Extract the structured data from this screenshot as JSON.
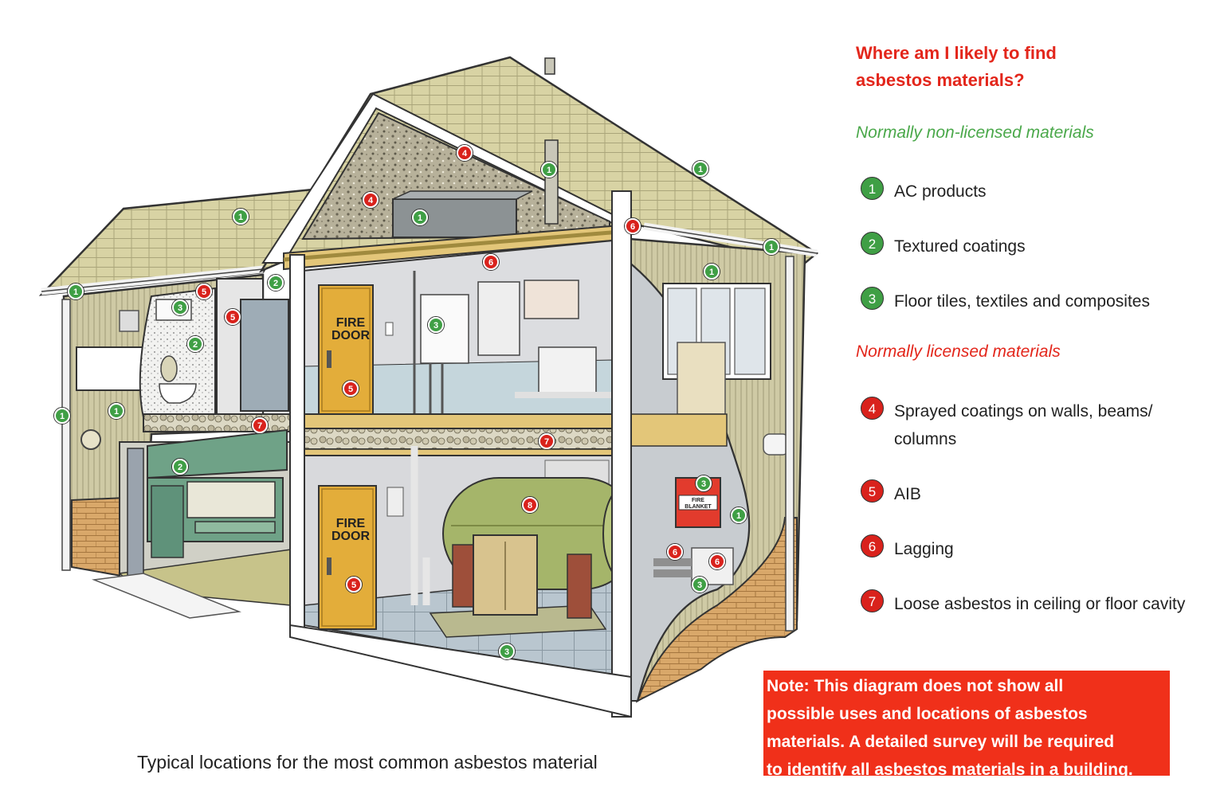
{
  "legend": {
    "title_line1": "Where am I likely to find",
    "title_line2": "asbestos materials?",
    "non_licensed_label": "Normally non-licensed materials",
    "licensed_label": "Normally licensed materials",
    "items": [
      {
        "number": "1",
        "label": "AC products"
      },
      {
        "number": "2",
        "label": "Textured coatings"
      },
      {
        "number": "3",
        "label": "Floor tiles, textiles and composites"
      },
      {
        "number": "4",
        "label": "Sprayed coatings on walls, beams/ columns"
      },
      {
        "number": "5",
        "label": "AIB"
      },
      {
        "number": "6",
        "label": "Lagging"
      },
      {
        "number": "7",
        "label": "Loose asbestos in ceiling or floor cavity"
      }
    ]
  },
  "note": {
    "line1": "Note: This diagram does not show all",
    "line2": "possible uses and locations of asbestos",
    "line3": "materials. A detailed survey will be required",
    "line4": "to identify all asbestos materials in a building."
  },
  "caption": "Typical locations for the most common asbestos material",
  "illustration": {
    "door_upper_line1": "FIRE",
    "door_upper_line2": "DOOR",
    "door_lower_line1": "FIRE",
    "door_lower_line2": "DOOR",
    "blanket_line1": "FIRE",
    "blanket_line2": "BLANKET",
    "markers": [
      {
        "number": "1"
      },
      {
        "number": "1"
      },
      {
        "number": "1"
      },
      {
        "number": "1"
      },
      {
        "number": "1"
      },
      {
        "number": "1"
      },
      {
        "number": "1"
      },
      {
        "number": "1"
      },
      {
        "number": "1"
      },
      {
        "number": "1"
      },
      {
        "number": "2"
      },
      {
        "number": "2"
      },
      {
        "number": "2"
      },
      {
        "number": "3"
      },
      {
        "number": "3"
      },
      {
        "number": "3"
      },
      {
        "number": "3"
      },
      {
        "number": "3"
      },
      {
        "number": "4"
      },
      {
        "number": "4"
      },
      {
        "number": "5"
      },
      {
        "number": "5"
      },
      {
        "number": "5"
      },
      {
        "number": "5"
      },
      {
        "number": "6"
      },
      {
        "number": "6"
      },
      {
        "number": "6"
      },
      {
        "number": "6"
      },
      {
        "number": "7"
      },
      {
        "number": "7"
      },
      {
        "number": "8"
      }
    ]
  },
  "colors": {
    "accent_red": "#e3261b",
    "note_background": "#f0301a",
    "non_licensed_green": "#4aa84a",
    "licensed_red": "#e3261b",
    "marker_green": "#3f9f45",
    "marker_red": "#d9221c",
    "roof": "#d8d3a4",
    "siding": "#cfcaa5",
    "brick": "#d9a86a",
    "fire_door": "#e3ad3a",
    "boiler": "#a5b56a",
    "machine": "#6fa287"
  }
}
